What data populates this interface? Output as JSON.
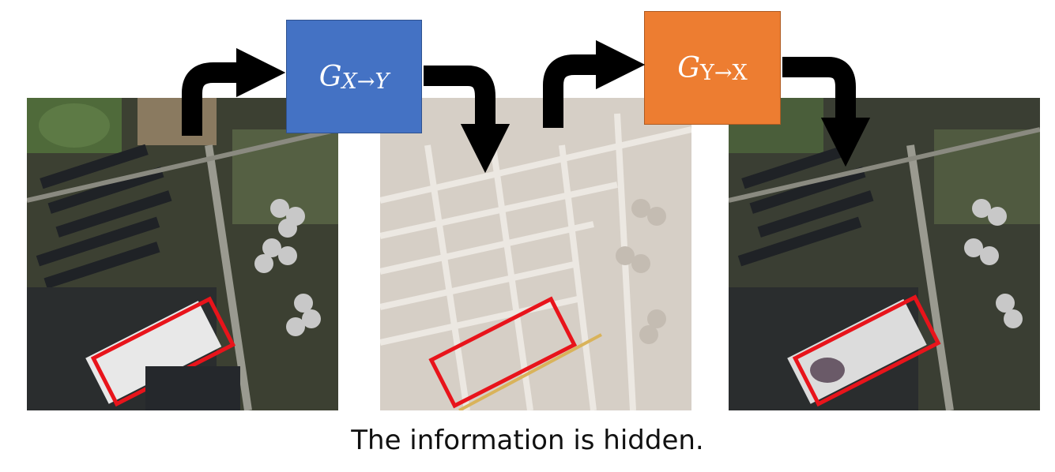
{
  "generators": {
    "forward": {
      "symbol": "G",
      "subscript_from": "X",
      "arrow": "→",
      "subscript_to": "Y",
      "color": "#4472c4"
    },
    "backward": {
      "symbol": "G",
      "subscript_from": "Y",
      "arrow": "→",
      "subscript_to": "X",
      "color": "#ed7d31"
    }
  },
  "caption": "The information is hidden.",
  "colors": {
    "arrow": "#000000",
    "highlight_box": "#e8141b",
    "map_background": "#d6cfc6",
    "map_road": "#ece8e2"
  },
  "panels": [
    {
      "name": "aerial-input",
      "kind": "satellite image"
    },
    {
      "name": "generated-map",
      "kind": "map image"
    },
    {
      "name": "reconstructed-aerial",
      "kind": "satellite image"
    }
  ]
}
